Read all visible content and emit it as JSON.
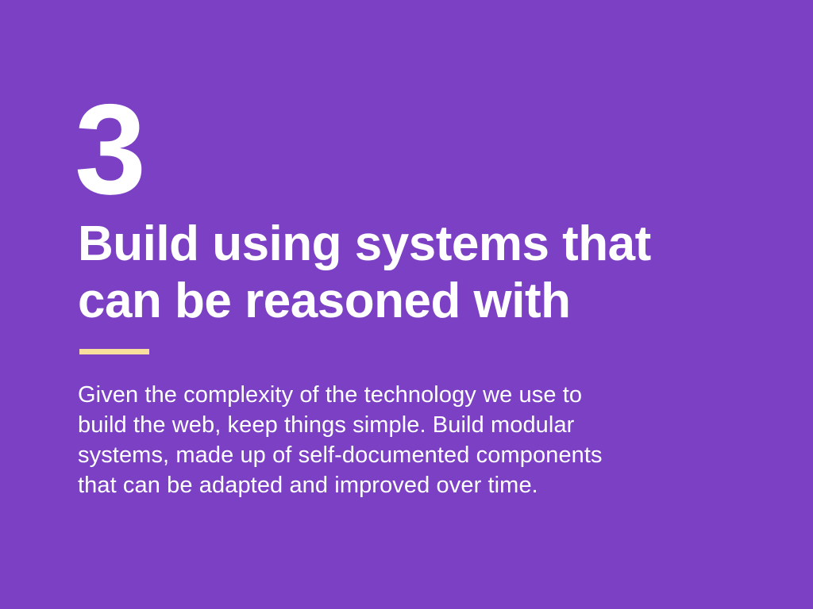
{
  "slide": {
    "number": "3",
    "heading_line_1": "Build using systems that",
    "heading_line_2": "can be reasoned with",
    "body_line_1": "Given the complexity of the technology we use to",
    "body_line_2": "build the web, keep things simple. Build modular",
    "body_line_3": "systems, made up of self-documented components",
    "body_line_4": "that can be adapted and improved over time."
  },
  "colors": {
    "background": "#7b40c4",
    "text": "#ffffff",
    "accent_rule": "#f8df9b"
  }
}
